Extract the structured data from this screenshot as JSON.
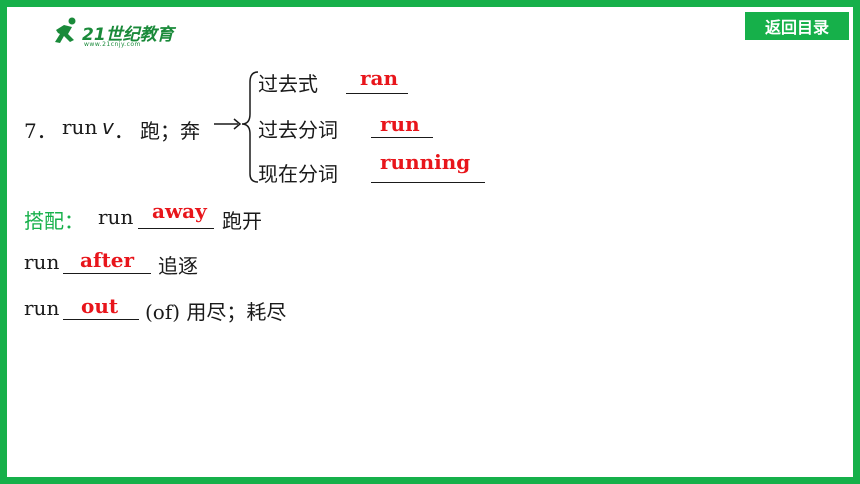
{
  "header": {
    "logo_text": "21世纪教育",
    "logo_url": "www.21cnjy.com",
    "back_button": "返回目录"
  },
  "entry": {
    "number": "7．",
    "word": "run",
    "pos": "v",
    "pos_dot": "．",
    "meaning": "跑；奔",
    "forms": [
      {
        "label": "过去式",
        "answer": "ran"
      },
      {
        "label": "过去分词",
        "answer": "run"
      },
      {
        "label": "现在分词",
        "answer": "running"
      }
    ]
  },
  "collocations": {
    "label": "搭配：",
    "items": [
      {
        "prefix": "run",
        "answer": "away",
        "suffix": "跑开"
      },
      {
        "prefix": "run",
        "answer": "after",
        "suffix": "追逐"
      },
      {
        "prefix": "run",
        "answer": "out",
        "suffix": "(of) 用尽；耗尽"
      }
    ]
  },
  "colors": {
    "frame": "#16b04a",
    "answer": "#e8151b",
    "label_green": "#16b04a"
  }
}
